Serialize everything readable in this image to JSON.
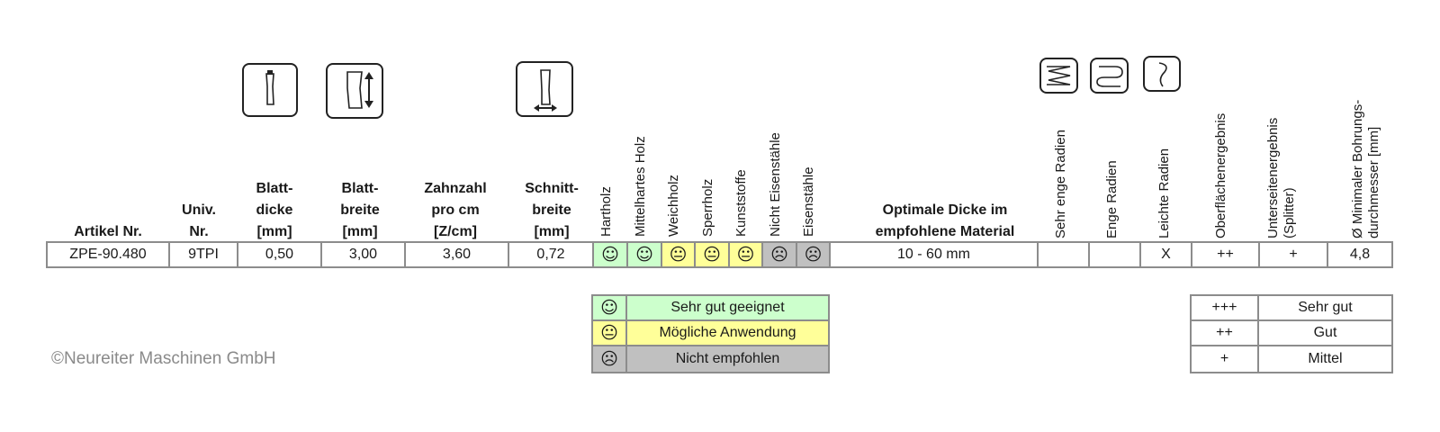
{
  "headers": {
    "artikel": "Artikel Nr.",
    "univ": "Univ.\nNr.",
    "blattdicke": "Blatt-\ndicke\n[mm]",
    "blattbreite": "Blatt-\nbreite\n[mm]",
    "zahnzahl": "Zahnzahl\npro cm\n[Z/cm]",
    "schnittbreite": "Schnitt-\nbreite\n[mm]",
    "optimale": "Optimale Dicke im\nempfohlene Material"
  },
  "material_headers": [
    "Hartholz",
    "Mittelhartes Holz",
    "Weichholz",
    "Sperrholz",
    "Kunststoffe",
    "Nicht Eisenstähle",
    "Eisenstähle"
  ],
  "radius_headers": [
    "Sehr enge Radien",
    "Enge Radien",
    "Leichte Radien"
  ],
  "result_headers": {
    "oberflaeche": "Oberflächenergebnis",
    "unterseite_1": "Unterseitenergebnis",
    "unterseite_2": "(Splitter)",
    "bohrung_1": "Ø Minimaler Bohrungs-",
    "bohrung_2": "durchmesser [mm]"
  },
  "row": {
    "artikel": "ZPE-90.480",
    "univ": "9TPI",
    "blattdicke": "0,50",
    "blattbreite": "3,00",
    "zahnzahl": "3,60",
    "schnittbreite": "0,72",
    "materials": [
      {
        "rating": "good",
        "symbol": "☺"
      },
      {
        "rating": "good",
        "symbol": "☺"
      },
      {
        "rating": "possible",
        "symbol": "😐"
      },
      {
        "rating": "possible",
        "symbol": "😐"
      },
      {
        "rating": "possible",
        "symbol": "😐"
      },
      {
        "rating": "bad",
        "symbol": "☹"
      },
      {
        "rating": "bad",
        "symbol": "☹"
      }
    ],
    "optimale": "10 - 60 mm",
    "sehr_enge": "",
    "enge": "",
    "leichte": "X",
    "oberflaeche": "++",
    "unterseite": "+",
    "bohrung": "4,8"
  },
  "legend_faces": [
    {
      "symbol": "☺",
      "label": "Sehr gut geeignet",
      "color": "#ccffcc"
    },
    {
      "symbol": "😐",
      "label": "Mögliche Anwendung",
      "color": "#ffff99"
    },
    {
      "symbol": "☹",
      "label": "Nicht empfohlen",
      "color": "#c0c0c0"
    }
  ],
  "legend_quality": [
    {
      "symbol": "+++",
      "label": "Sehr gut"
    },
    {
      "symbol": "++",
      "label": "Gut"
    },
    {
      "symbol": "+",
      "label": "Mittel"
    }
  ],
  "copyright": "©Neureiter Maschinen GmbH"
}
